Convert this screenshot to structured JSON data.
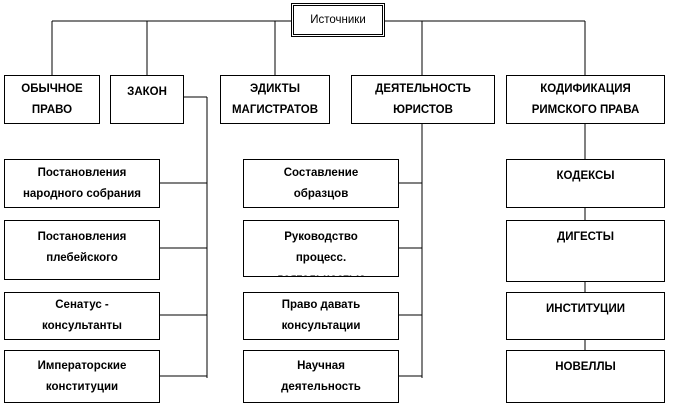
{
  "root": {
    "label": "Источники"
  },
  "categories": [
    {
      "line1": "ОБЫЧНОЕ",
      "line2": "ПРАВО"
    },
    {
      "line1": "ЗАКОН"
    },
    {
      "line1": "ЭДИКТЫ",
      "line2": "МАГИСТРАТОВ"
    },
    {
      "line1": "ДЕЯТЕЛЬНОСТЬ",
      "line2": "ЮРИСТОВ"
    },
    {
      "line1": "КОДИФИКАЦИЯ",
      "line2": "РИМСКОГО ПРАВА"
    }
  ],
  "law_items": [
    {
      "line1": "Постановления",
      "line2": "народного собрания"
    },
    {
      "line1": "Постановления",
      "line2": "плебейского"
    },
    {
      "line1": "Сенатус -",
      "line2": "консультанты"
    },
    {
      "line1": "Императорские",
      "line2": "конституции"
    }
  ],
  "jurist_items": [
    {
      "line1": "Составление",
      "line2": "образцов"
    },
    {
      "line1": "Руководство",
      "line2": "процесс.",
      "line3": "деятельностью"
    },
    {
      "line1": "Право давать",
      "line2": "консультации"
    },
    {
      "line1": "Научная",
      "line2": "деятельность"
    }
  ],
  "codification_items": [
    {
      "line1": "КОДЕКСЫ"
    },
    {
      "line1": "ДИГЕСТЫ"
    },
    {
      "line1": "ИНСТИТУЦИИ"
    },
    {
      "line1": "НОВЕЛЛЫ"
    }
  ]
}
